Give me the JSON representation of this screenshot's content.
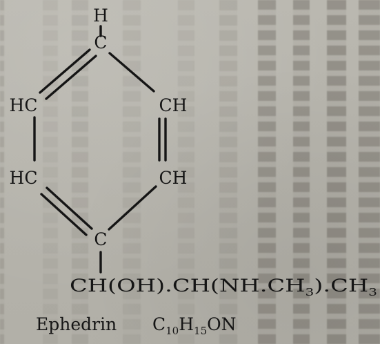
{
  "atoms": {
    "top_h": "H",
    "top_c": "C",
    "upper_left": "HC",
    "upper_right": "CH",
    "lower_left": "HC",
    "lower_right": "CH",
    "bottom_c": "C"
  },
  "side_chain": {
    "p1": "CH",
    "p2": "(OH).CH",
    "p3": "(NH.CH",
    "p3_sub": "3",
    "p4": ").CH",
    "p4_sub": "3"
  },
  "caption": {
    "name": "Ephedrin",
    "formula_c": "C",
    "formula_c_sub": "10",
    "formula_h": "H",
    "formula_h_sub": "15",
    "formula_rest": "ON"
  }
}
